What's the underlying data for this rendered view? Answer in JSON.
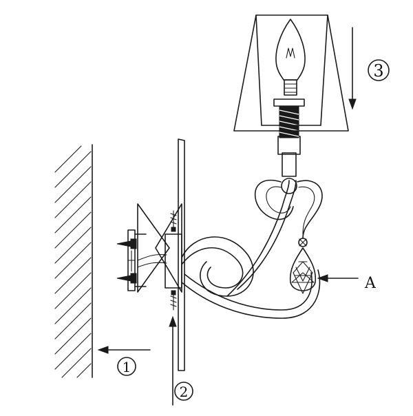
{
  "diagram": {
    "step_labels": {
      "step1": "1",
      "step2": "2",
      "step3": "3"
    },
    "callout": {
      "label": "A"
    }
  },
  "colors": {
    "line": "#1a1a1a",
    "background": "#ffffff"
  }
}
